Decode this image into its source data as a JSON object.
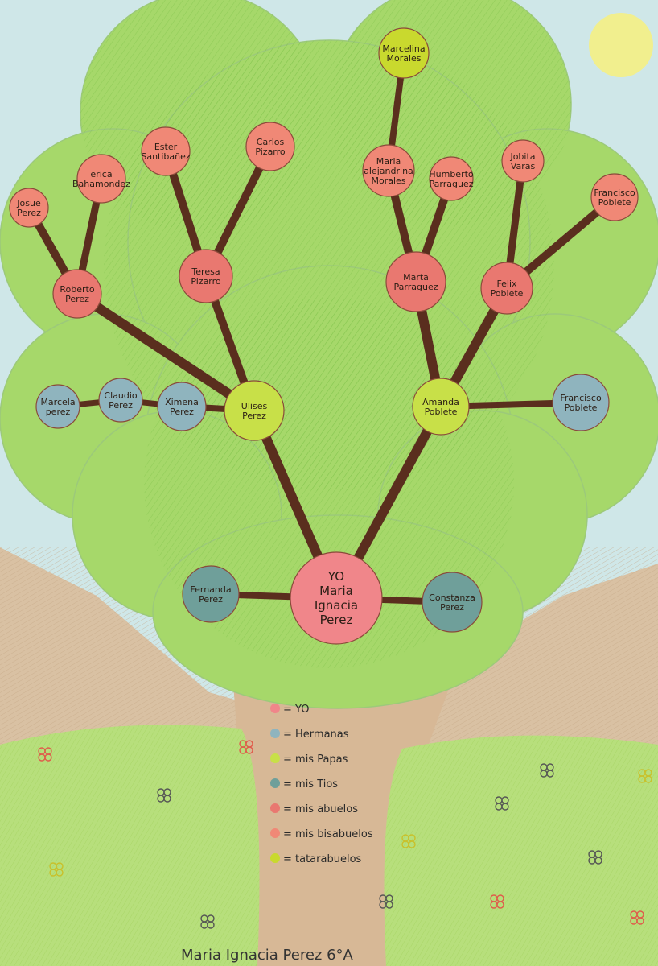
{
  "tree": {
    "colors": {
      "yo": "#f0868a",
      "hermanas": "#8fb4be",
      "papas": "#c8e048",
      "tios": "#6f9f9a",
      "abuelos": "#e97870",
      "bisabuelos": "#f08876",
      "tatarabuelos": "#c9d92e",
      "trunk": "#5a2e1e",
      "foliage": "#a6d86a",
      "sky": "#cfe7e8",
      "sun": "#f1ef8e",
      "hills": "#b7df7c",
      "ground": "#d9c1a3"
    },
    "nodes": {
      "yo": {
        "lines": [
          "YO",
          "Maria",
          "Ignacia",
          "Perez"
        ],
        "role": "yo"
      },
      "fernanda": {
        "lines": [
          "Fernanda",
          "Perez"
        ],
        "role": "tios"
      },
      "constanza": {
        "lines": [
          "Constanza",
          "Perez"
        ],
        "role": "tios"
      },
      "ulises": {
        "lines": [
          "Ulises",
          "Perez"
        ],
        "role": "papas"
      },
      "amanda": {
        "lines": [
          "Amanda",
          "Poblete"
        ],
        "role": "papas"
      },
      "marcela": {
        "lines": [
          "Marcela",
          "perez"
        ],
        "role": "hermanas"
      },
      "claudio": {
        "lines": [
          "Claudio",
          "Perez"
        ],
        "role": "hermanas"
      },
      "ximena": {
        "lines": [
          "Ximena",
          "Perez"
        ],
        "role": "hermanas"
      },
      "francisco2": {
        "lines": [
          "Francisco",
          "Poblete"
        ],
        "role": "hermanas"
      },
      "roberto": {
        "lines": [
          "Roberto",
          "Perez"
        ],
        "role": "abuelos"
      },
      "teresa": {
        "lines": [
          "Teresa",
          "Pizarro"
        ],
        "role": "abuelos"
      },
      "marta": {
        "lines": [
          "Marta",
          "Parraguez"
        ],
        "role": "abuelos"
      },
      "felix": {
        "lines": [
          "Felix",
          "Poblete"
        ],
        "role": "abuelos"
      },
      "josue": {
        "lines": [
          "Josue",
          "Perez"
        ],
        "role": "bisabuelos"
      },
      "erica": {
        "lines": [
          "erica",
          "Bahamondez"
        ],
        "role": "bisabuelos"
      },
      "ester": {
        "lines": [
          "Ester",
          "Santibañez"
        ],
        "role": "bisabuelos"
      },
      "carlos": {
        "lines": [
          "Carlos",
          "Pizarro"
        ],
        "role": "bisabuelos"
      },
      "maria_a": {
        "lines": [
          "Maria",
          "alejandrina",
          "Morales"
        ],
        "role": "bisabuelos"
      },
      "humberto": {
        "lines": [
          "Humberto",
          "Parraguez"
        ],
        "role": "bisabuelos"
      },
      "jobita": {
        "lines": [
          "Jobita",
          "Varas"
        ],
        "role": "bisabuelos"
      },
      "francisco1": {
        "lines": [
          "Francisco",
          "Poblete"
        ],
        "role": "bisabuelos"
      },
      "marcelina": {
        "lines": [
          "Marcelina",
          "Morales"
        ],
        "role": "tatarabuelos"
      }
    },
    "legend": [
      {
        "key": "yo",
        "label": "= YO"
      },
      {
        "key": "hermanas",
        "label": "= Hermanas"
      },
      {
        "key": "papas",
        "label": "= mis Papas"
      },
      {
        "key": "tios",
        "label": "= mis Tios"
      },
      {
        "key": "abuelos",
        "label": "= mis abuelos"
      },
      {
        "key": "bisabuelos",
        "label": "= mis bisabuelos"
      },
      {
        "key": "tatarabuelos",
        "label": "= tatarabuelos"
      }
    ],
    "signature": "Maria Ignacia Perez   6°A"
  }
}
